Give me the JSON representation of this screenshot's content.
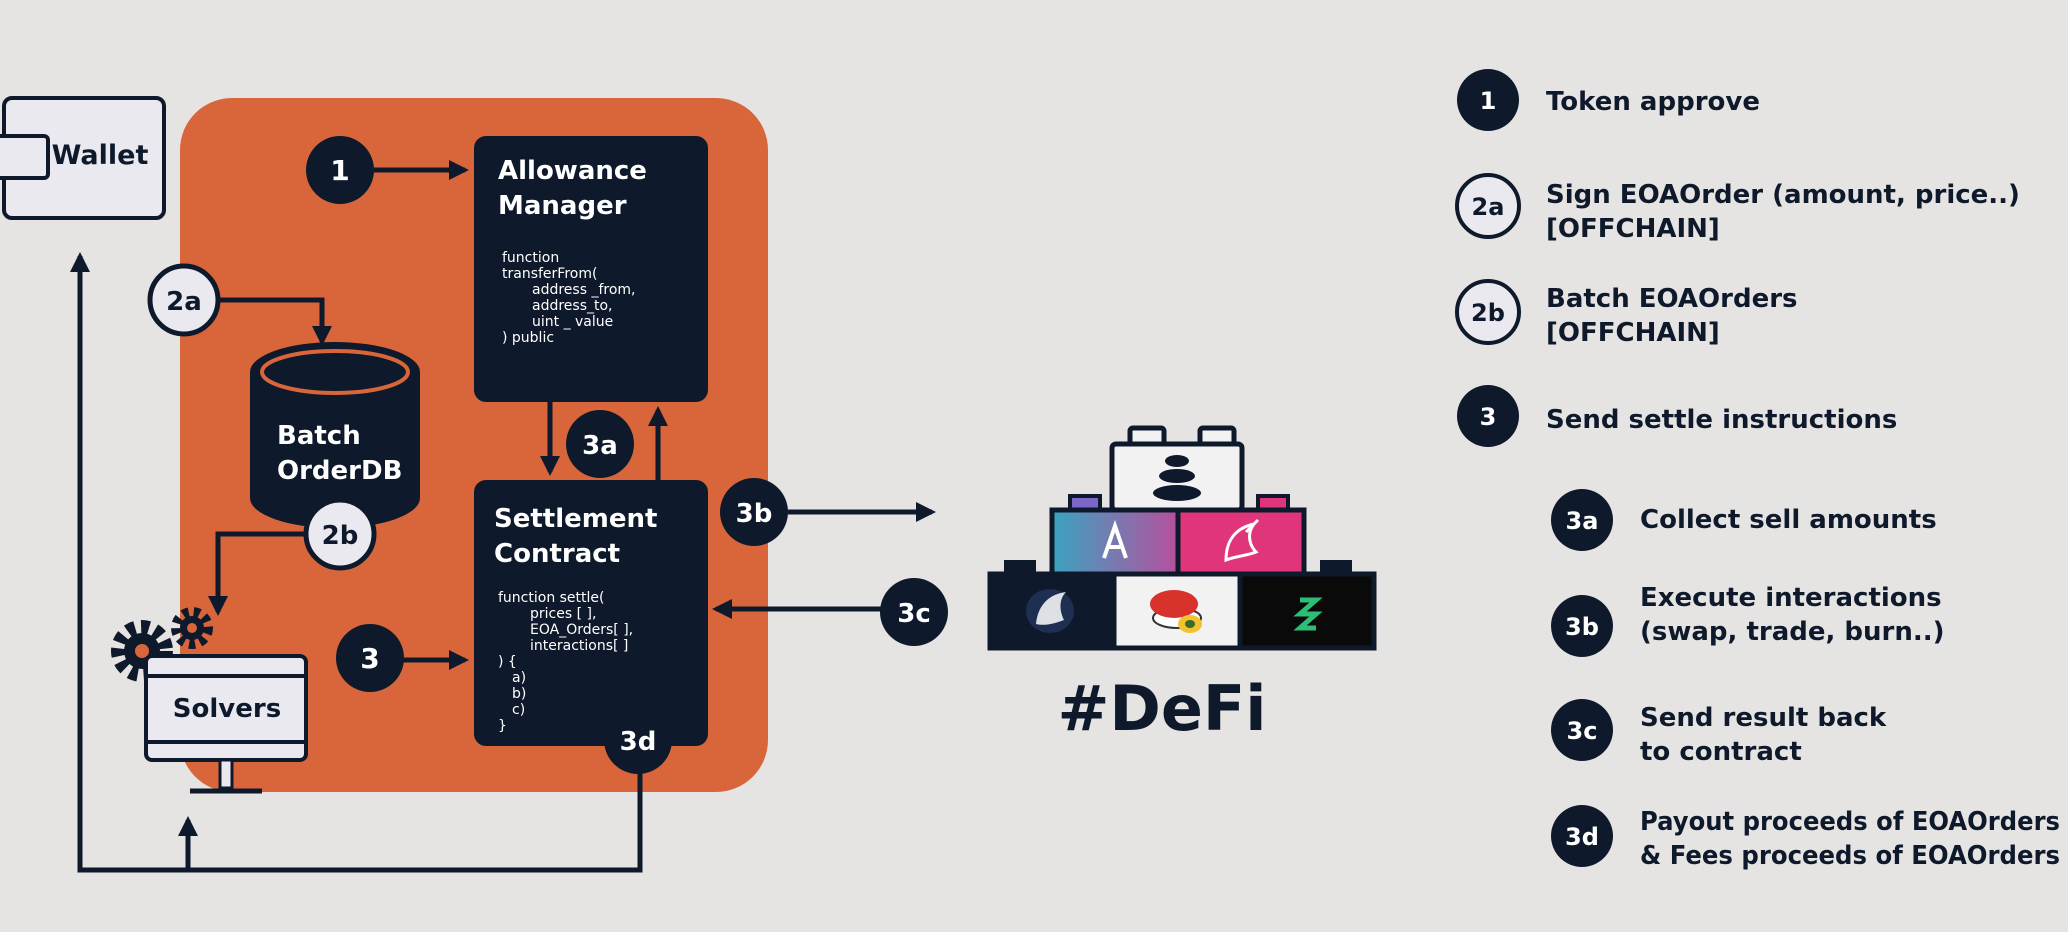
{
  "colors": {
    "background": "#e6e4e2",
    "navy": "#0e1a2b",
    "orange": "#d9663b",
    "light": "#e9e9ef"
  },
  "diagram": {
    "wallet": "Wallet",
    "allowance_manager": {
      "title_line1": "Allowance",
      "title_line2": "Manager",
      "code": [
        "function",
        "transferFrom(",
        "address _from,",
        "address_to,",
        "uint _ value",
        ") public"
      ]
    },
    "settlement_contract": {
      "title_line1": "Settlement",
      "title_line2": "Contract",
      "code": [
        "function settle(",
        "prices [ ],",
        "EOA_Orders[ ],",
        "interactions[ ]",
        ") {",
        "a)",
        "b)",
        "c)",
        "}"
      ]
    },
    "orderdb": {
      "line1": "Batch",
      "line2": "OrderDB"
    },
    "solvers": "Solvers",
    "defi_label": "#DeFi",
    "badges": {
      "s1": "1",
      "s2a": "2a",
      "s2b": "2b",
      "s3": "3",
      "s3a": "3a",
      "s3b": "3b",
      "s3c": "3c",
      "s3d": "3d"
    }
  },
  "legend": [
    {
      "badge": "1",
      "style": "dark",
      "lines": [
        "Token approve"
      ]
    },
    {
      "badge": "2a",
      "style": "light",
      "lines": [
        "Sign EOAOrder (amount, price..)",
        "[OFFCHAIN]"
      ]
    },
    {
      "badge": "2b",
      "style": "light",
      "lines": [
        "Batch EOAOrders",
        "[OFFCHAIN]"
      ]
    },
    {
      "badge": "3",
      "style": "dark",
      "lines": [
        "Send settle instructions"
      ]
    },
    {
      "badge": "3a",
      "style": "dark",
      "lines": [
        "Collect sell amounts"
      ]
    },
    {
      "badge": "3b",
      "style": "dark",
      "lines": [
        "Execute interactions",
        "(swap, trade, burn..)"
      ]
    },
    {
      "badge": "3c",
      "style": "dark",
      "lines": [
        "Send result back",
        "to contract"
      ]
    },
    {
      "badge": "3d",
      "style": "dark",
      "lines": [
        "Payout proceeds of EOAOrders",
        "& Fees proceeds of EOAOrders"
      ]
    }
  ]
}
